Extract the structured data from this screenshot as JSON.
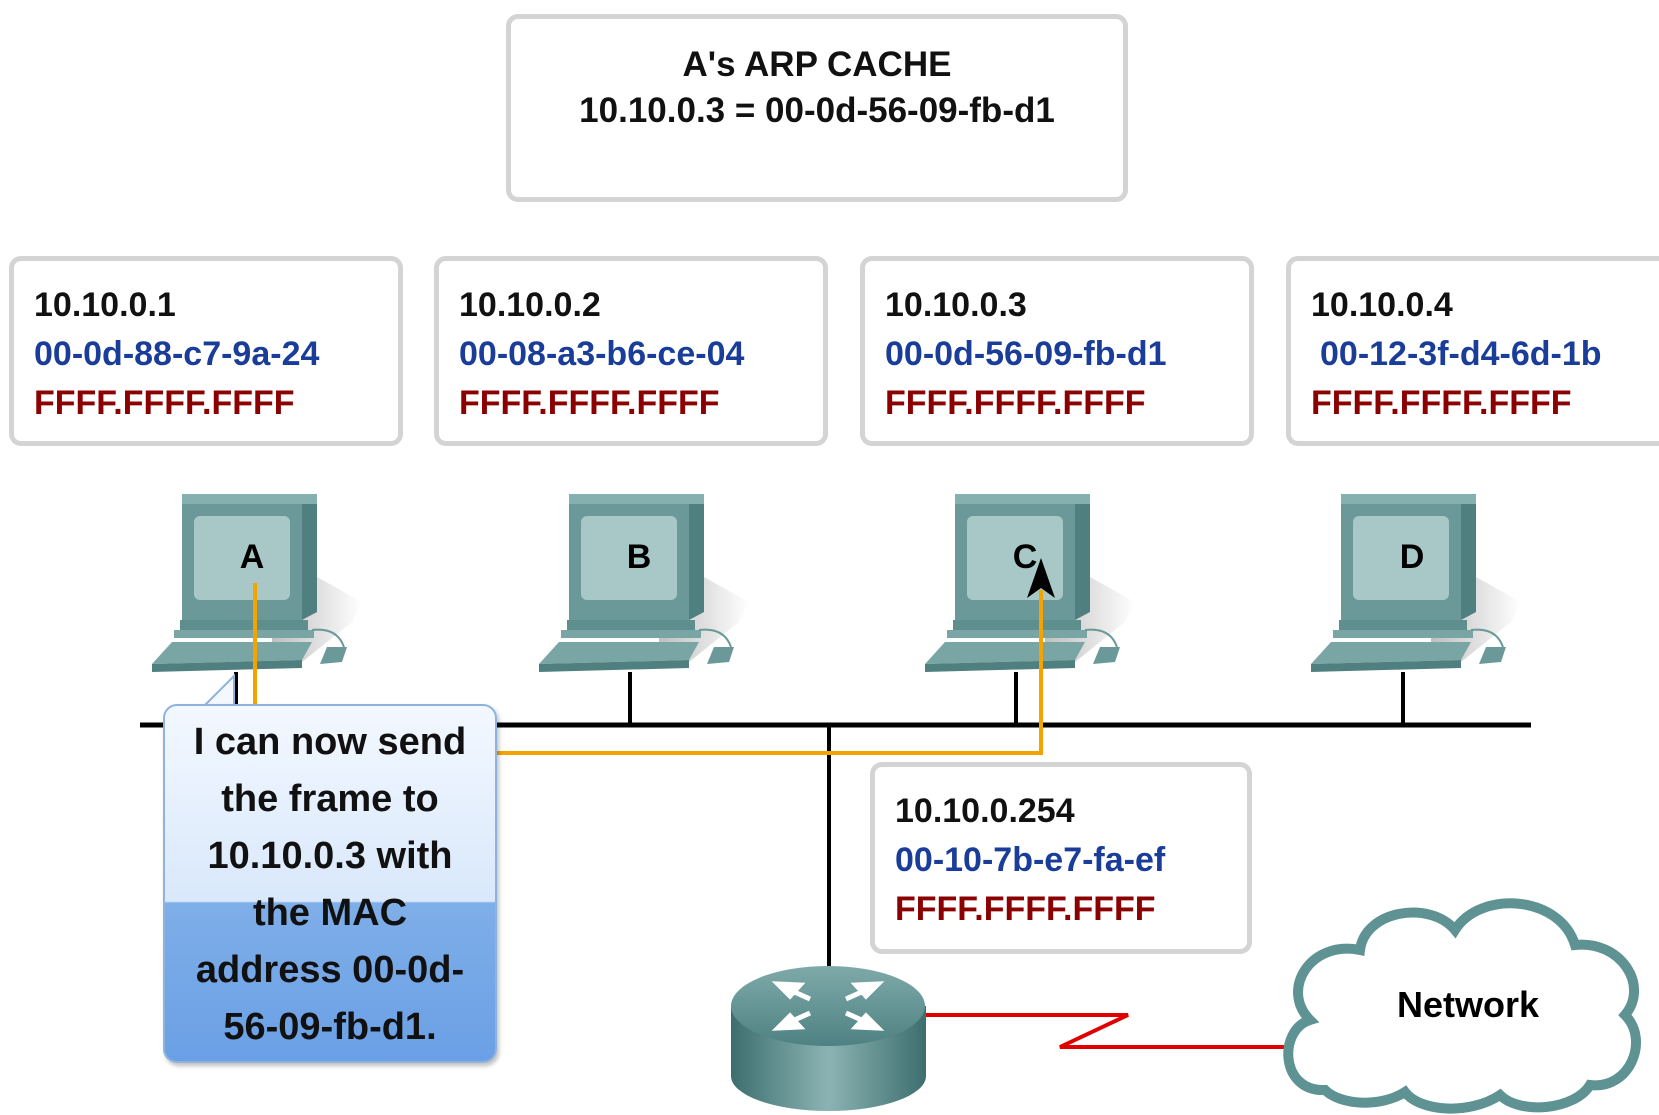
{
  "arp_cache": {
    "title": "A's ARP CACHE",
    "entry": "10.10.0.3 = 00-0d-56-09-fb-d1"
  },
  "hosts": [
    {
      "name": "A",
      "ip": "10.10.0.1",
      "mac": "00-0d-88-c7-9a-24",
      "broadcast": "FFFF.FFFF.FFFF"
    },
    {
      "name": "B",
      "ip": "10.10.0.2",
      "mac": "00-08-a3-b6-ce-04",
      "broadcast": "FFFF.FFFF.FFFF"
    },
    {
      "name": "C",
      "ip": "10.10.0.3",
      "mac": "00-0d-56-09-fb-d1",
      "broadcast": "FFFF.FFFF.FFFF"
    },
    {
      "name": "D",
      "ip": "10.10.0.4",
      "mac": "00-12-3f-d4-6d-1b",
      "broadcast": "FFFF.FFFF.FFFF"
    }
  ],
  "router": {
    "ip": "10.10.0.254",
    "mac": "00-10-7b-e7-fa-ef",
    "broadcast": "FFFF.FFFF.FFFF"
  },
  "callout": {
    "lines": [
      "I can now send",
      "the frame to",
      "10.10.0.3 with",
      "the MAC",
      "address 00-0d-",
      "56-09-fb-d1."
    ]
  },
  "cloud": {
    "label": "Network"
  },
  "colors": {
    "ip": "#111111",
    "mac": "#1a3d99",
    "broadcast": "#8b0000",
    "path": "#f5a300",
    "wan": "#e00000"
  }
}
